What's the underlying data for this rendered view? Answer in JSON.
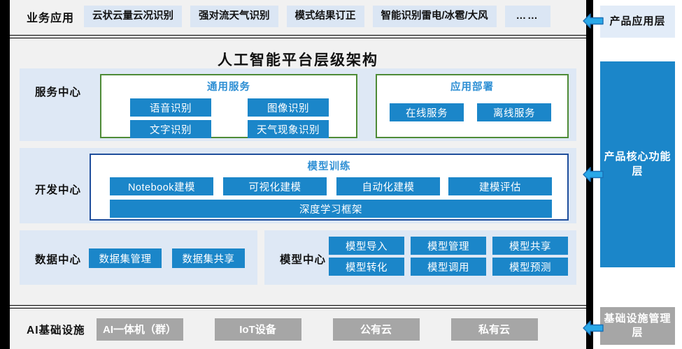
{
  "business_row": {
    "label": "业务应用",
    "items": [
      "云状云量云况识别",
      "强对流天气识别",
      "模式结果订正",
      "智能识别雷电/冰雹/大风",
      "……"
    ]
  },
  "platform": {
    "title": "人工智能平台层级架构",
    "service_center": {
      "label": "服务中心",
      "groups": [
        {
          "title": "通用服务",
          "items": [
            "语音识别",
            "图像识别",
            "文字识别",
            "天气现象识别"
          ]
        },
        {
          "title": "应用部署",
          "items": [
            "在线服务",
            "离线服务"
          ]
        }
      ]
    },
    "dev_center": {
      "label": "开发中心",
      "group": {
        "title": "模型训练",
        "items": [
          "Notebook建模",
          "可视化建模",
          "自动化建模",
          "建模评估"
        ],
        "wide_item": "深度学习框架"
      }
    },
    "data_center": {
      "label": "数据中心",
      "items": [
        "数据集管理",
        "数据集共享"
      ]
    },
    "model_center": {
      "label": "模型中心",
      "items": [
        "模型导入",
        "模型管理",
        "模型共享",
        "模型转化",
        "模型调用",
        "模型预测"
      ]
    }
  },
  "infra_row": {
    "label": "AI基础设施",
    "items": [
      "AI一体机（群）",
      "IoT设备",
      "公有云",
      "私有云"
    ]
  },
  "sidebar": {
    "application_layer": "产品应用层",
    "core_layer": "产品核心功能层",
    "infrastructure_layer": "基础设施管理层"
  },
  "colors": {
    "accent_blue": "#1b86c9",
    "arrow_blue": "#29a8e8",
    "panel_blue": "#dee8f5",
    "chip_blue": "#dbe6f4",
    "green_border": "#4e8b36",
    "dark_blue_border": "#1f4e9c",
    "gray_box": "#a6a6a6",
    "canvas_gray": "#f1f1f1"
  }
}
